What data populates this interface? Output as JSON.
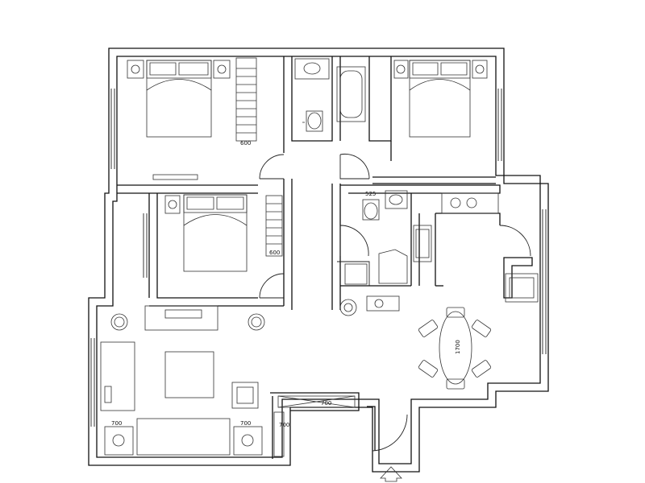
{
  "dimensions": {
    "wardrobe_top": "600",
    "wardrobe_mid": "600",
    "vanity": "525",
    "dining_table": "1700",
    "side_table_left": "700",
    "side_table_right": "700",
    "balcony": "700",
    "balcony_left": "700"
  },
  "colors": {
    "line": "#111111",
    "background": "#ffffff"
  },
  "icons": {
    "entrance": "entrance-arrow-icon",
    "plant": "plant-icon"
  }
}
